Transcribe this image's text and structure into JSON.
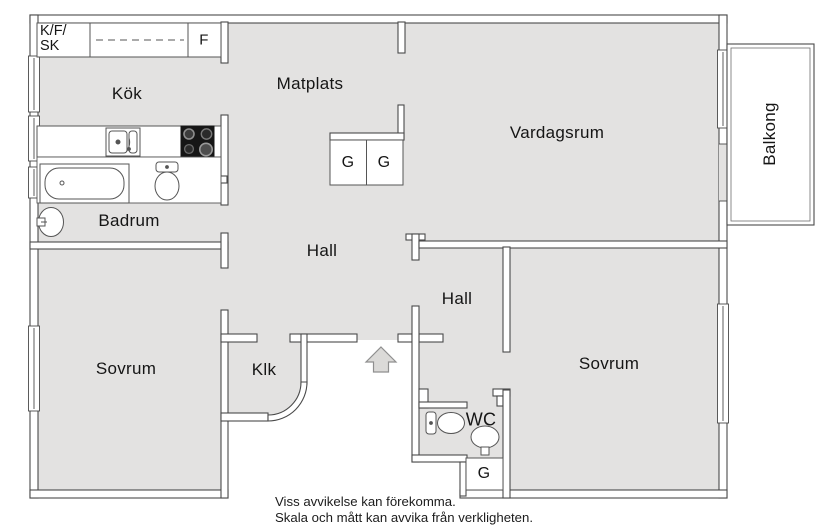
{
  "rooms": {
    "kok": "Kök",
    "matplats": "Matplats",
    "vardagsrum": "Vardagsrum",
    "balkong": "Balkong",
    "badrum": "Badrum",
    "hall_upper": "Hall",
    "hall_lower": "Hall",
    "sovrum_left": "Sovrum",
    "sovrum_right": "Sovrum",
    "klk": "Klk",
    "wc": "WC"
  },
  "storage": {
    "kfsk_line1": "K/F/",
    "kfsk_line2": "SK",
    "fridge": "F",
    "wardrobe_1": "G",
    "wardrobe_2": "G",
    "wardrobe_hall": "G"
  },
  "disclaimer": {
    "line1": "Viss avvikelse kan förekomma.",
    "line2": "Skala och mått kan avvika från verkligheten."
  },
  "colors": {
    "floor": "#e3e2e1",
    "wall_outline": "#4a4a4a",
    "background": "#ffffff",
    "stove": "#161616",
    "arrow_fill": "#dbdad8"
  }
}
